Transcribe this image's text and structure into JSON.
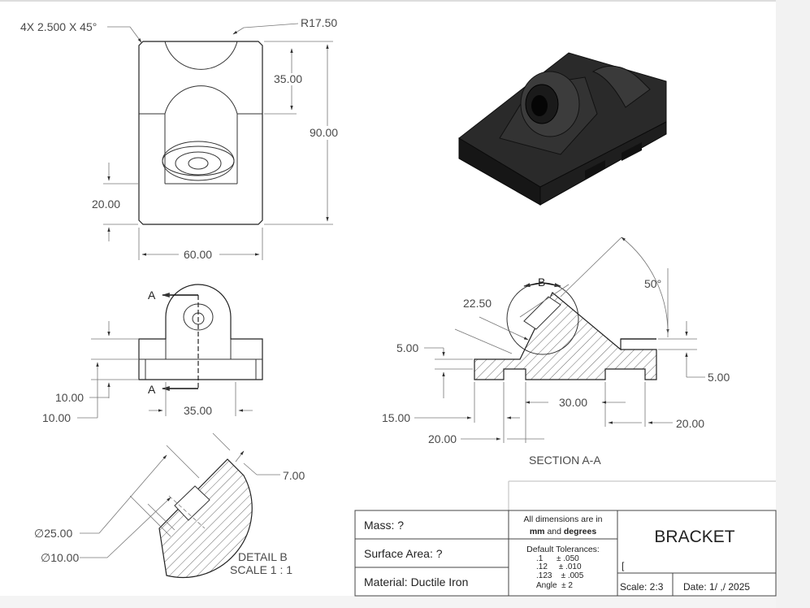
{
  "top_view": {
    "chamfer_note": "4X 2.500 X 45°",
    "radius": "R17.50",
    "dim_35": "35.00",
    "dim_90": "90.00",
    "dim_20": "20.00",
    "dim_60": "60.00"
  },
  "front_view": {
    "section_letter_top": "A",
    "section_letter_bottom": "A",
    "dim_10_a": "10.00",
    "dim_10_b": "10.00",
    "dim_35": "35.00"
  },
  "section_view": {
    "title": "SECTION A-A",
    "detail_letter": "B",
    "angle": "50°",
    "dim_22_5": "22.50",
    "dim_5_left": "5.00",
    "dim_5_right": "5.00",
    "dim_15": "15.00",
    "dim_20_left": "20.00",
    "dim_30": "30.00",
    "dim_20_right": "20.00"
  },
  "detail_view": {
    "title": "DETAIL B",
    "scale": "SCALE 1 : 1",
    "dim_7": "7.00",
    "dia_25": "∅25.00",
    "dia_10": "∅10.00"
  },
  "title_block": {
    "mass": "Mass: ?",
    "surface_area": "Surface Area: ?",
    "material": "Material: Ductile Iron",
    "units_line1": "All dimensions are in",
    "units_mm": "mm",
    "units_and": "and",
    "units_degrees": "degrees",
    "tol_title": "Default Tolerances:",
    "tol_1": ".1      ± .050",
    "tol_2": ".12     ± .010",
    "tol_3": ".123    ± .005",
    "tol_angle": "Angle  ± 2",
    "part_name": "BRACKET",
    "scale": "Scale: 2:3",
    "date": "Date: 1/ ,/ 2025"
  },
  "colors": {
    "line": "#333333",
    "solid": "#1c1c1c",
    "paper": "#ffffff",
    "margin": "#f2f2f2"
  }
}
